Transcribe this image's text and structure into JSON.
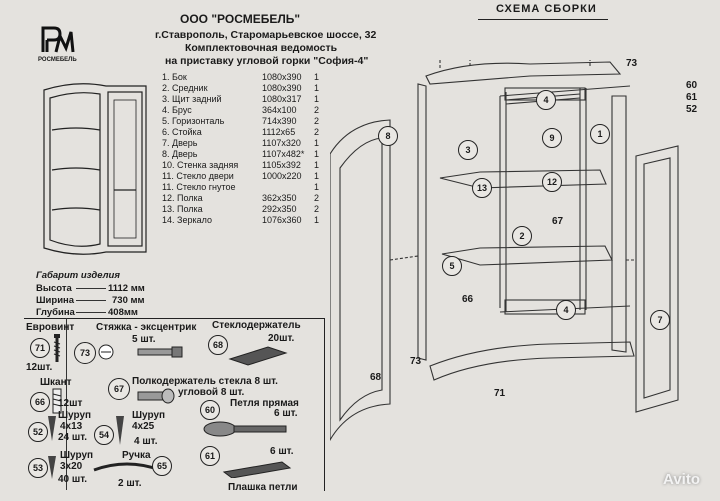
{
  "company": {
    "name": "ООО \"РОСМЕБЕЛЬ\"",
    "address": "г.Ставрополь, Старомарьевское шоссе, 32",
    "doc_title": "Комплектовочная ведомость",
    "doc_subtitle": "на приставку угловой горки \"София-4\"",
    "logo_caption": "РОСМЕБЕЛЬ"
  },
  "scheme_title": "СХЕМА СБОРКИ",
  "parts": [
    {
      "name": "1. Бок",
      "dims": "1080x390",
      "qty": "1"
    },
    {
      "name": "2. Средник",
      "dims": "1080x390",
      "qty": "1"
    },
    {
      "name": "3. Щит задний",
      "dims": "1080x317",
      "qty": "1"
    },
    {
      "name": "4. Брус",
      "dims": "364x100",
      "qty": "2"
    },
    {
      "name": "5. Горизонталь",
      "dims": "714x390",
      "qty": "2"
    },
    {
      "name": "6. Стойка",
      "dims": "1112x65",
      "qty": "2"
    },
    {
      "name": "7. Дверь",
      "dims": "1107x320",
      "qty": "1"
    },
    {
      "name": "8. Дверь",
      "dims": "1107x482*",
      "qty": "1"
    },
    {
      "name": "10. Стенка задняя",
      "dims": "1105x392",
      "qty": "1"
    },
    {
      "name": "11. Стекло двери",
      "dims": "1000x220",
      "qty": "1"
    },
    {
      "name": "11. Стекло гнутое",
      "dims": "",
      "qty": "1"
    },
    {
      "name": "12. Полка",
      "dims": "362x350",
      "qty": "2"
    },
    {
      "name": "13. Полка",
      "dims": "292x350",
      "qty": "2"
    },
    {
      "name": "14. Зеркало",
      "dims": "1076x360",
      "qty": "1"
    }
  ],
  "dimensions": {
    "title": "Габарит изделия",
    "height_label": "Высота",
    "height_value": "1112 мм",
    "width_label": "Ширина",
    "width_value": "730 мм",
    "depth_label": "Глубина",
    "depth_value": "408мм"
  },
  "hardware": [
    {
      "num": "71",
      "title": "Евровинт",
      "qty": "12шт."
    },
    {
      "num": "73",
      "title": "Стяжка - эксцентрик",
      "qty": "5 шт."
    },
    {
      "num": "68",
      "title": "Стеклодержатель",
      "qty": "20шт."
    },
    {
      "num": "66",
      "title": "Шкант",
      "qty": "12шт"
    },
    {
      "num": "67",
      "title": "Полкодержатель стекла 8 шт.",
      "qty": "угловой 8 шт."
    },
    {
      "num": "60",
      "title": "Петля прямая",
      "qty": "6 шт."
    },
    {
      "num": "52",
      "title": "Шуруп",
      "size": "4x13",
      "qty": "24 шт."
    },
    {
      "num": "54",
      "title": "Шуруп",
      "size": "4x25",
      "qty": "4 шт."
    },
    {
      "num": "53",
      "title": "Шуруп",
      "size": "3x20",
      "qty": "40 шт."
    },
    {
      "num": "65",
      "title": "Ручка",
      "qty": "2 шт."
    },
    {
      "num": "61",
      "title": "Плашка петли",
      "qty": "6 шт."
    }
  ],
  "scheme_labels": [
    "8",
    "4",
    "73",
    "60",
    "61",
    "52",
    "3",
    "9",
    "1",
    "13",
    "12",
    "67",
    "2",
    "66",
    "5",
    "4",
    "7",
    "73",
    "68",
    "71"
  ],
  "watermark": "Avito"
}
